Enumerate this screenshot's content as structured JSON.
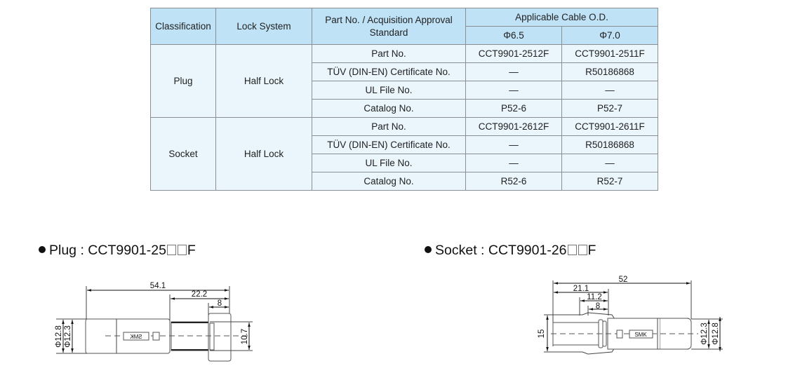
{
  "table": {
    "headers": {
      "classification": "Classification",
      "lock_system": "Lock System",
      "part_std": "Part No. / Acquisition Approval Standard",
      "cable_od": "Applicable Cable O.D.",
      "od_1": "Φ6.5",
      "od_2": "Φ7.0"
    },
    "groups": [
      {
        "classification": "Plug",
        "lock_system": "Half Lock",
        "rows": [
          {
            "label": "Part No.",
            "v1": "CCT9901-2512F",
            "v2": "CCT9901-2511F"
          },
          {
            "label": "TÜV (DIN-EN) Certificate No.",
            "v1": "—",
            "v2": "R50186868"
          },
          {
            "label": "UL File No.",
            "v1": "—",
            "v2": "—"
          },
          {
            "label": "Catalog No.",
            "v1": "P52-6",
            "v2": "P52-7"
          }
        ]
      },
      {
        "classification": "Socket",
        "lock_system": "Half Lock",
        "rows": [
          {
            "label": "Part No.",
            "v1": "CCT9901-2612F",
            "v2": "CCT9901-2611F"
          },
          {
            "label": "TÜV (DIN-EN) Certificate No.",
            "v1": "—",
            "v2": "R50186868"
          },
          {
            "label": "UL File No.",
            "v1": "—",
            "v2": "—"
          },
          {
            "label": "Catalog No.",
            "v1": "R52-6",
            "v2": "R52-7"
          }
        ]
      }
    ]
  },
  "plug": {
    "title_prefix": "Plug : CCT9901-25",
    "title_suffix": "F",
    "dims": {
      "total": "54.1",
      "mid": "22.2",
      "short": "8",
      "dia_outer": "Φ12.8",
      "dia_inner": "Φ12.3",
      "cap": "10.7"
    },
    "logo": "SMK"
  },
  "socket": {
    "title_prefix": "Socket : CCT9901-26",
    "title_suffix": "F",
    "dims": {
      "total": "52",
      "a": "21.1",
      "b": "11.2",
      "c": "8",
      "height": "15",
      "dia_inner": "Φ12.3",
      "dia_outer": "Φ12.8"
    },
    "logo": "SMK"
  }
}
